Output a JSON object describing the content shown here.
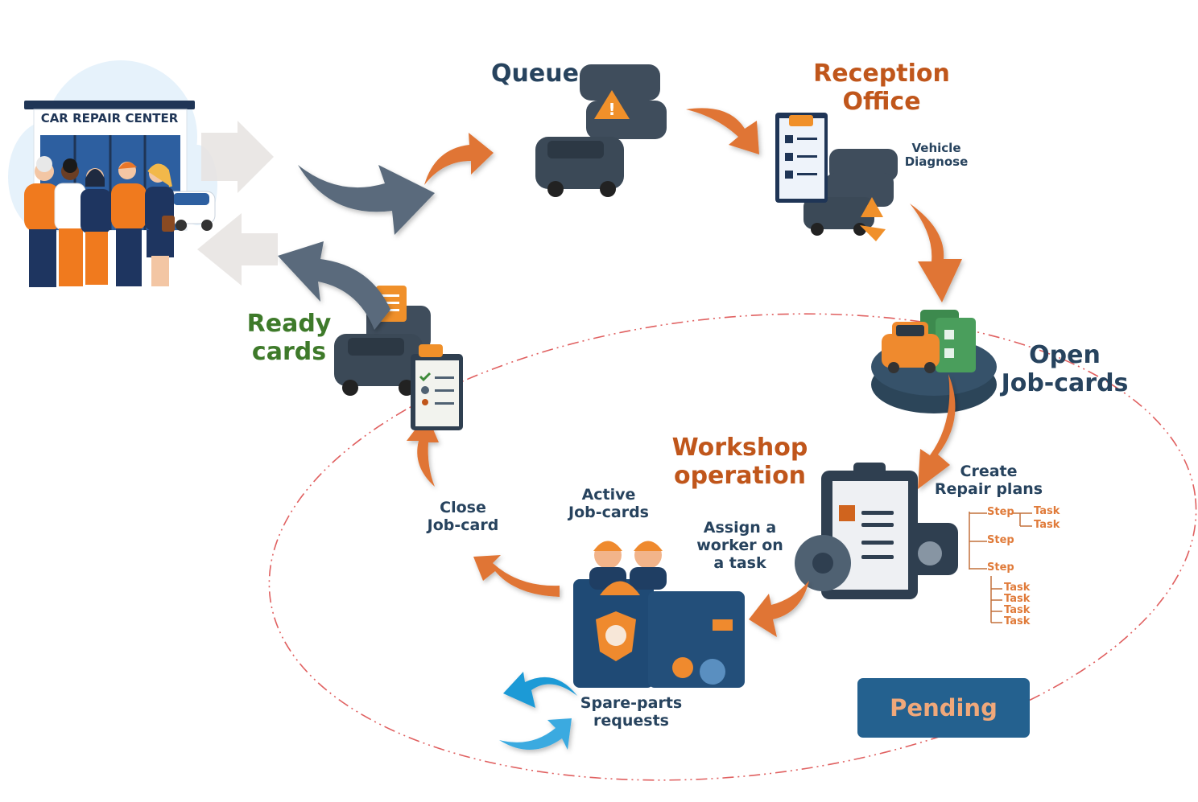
{
  "diagram": {
    "title": "Car repair center job-card workflow",
    "colors": {
      "navy_text": "#27435e",
      "rust_text": "#c0561b",
      "green_text": "#3e7a2a",
      "arrow_orange": "#e07535",
      "arrow_gray": "#5a6b7b",
      "arrow_blue": "#2a9fd8",
      "cycle_dashed": "#e06060",
      "pending_bg": "#24618f",
      "pending_text": "#f0a87a"
    },
    "shop": {
      "sign": "CAR REPAIR CENTER"
    },
    "nodes": {
      "queue": {
        "label": "Queue"
      },
      "reception": {
        "line1": "Reception",
        "line2": "Office",
        "sub1": "Vehicle",
        "sub2": "Diagnose"
      },
      "open_jobcards": {
        "line1": "Open",
        "line2": "Job-cards"
      },
      "create_plans": {
        "line1": "Create",
        "line2": "Repair plans"
      },
      "workshop": {
        "line1": "Workshop",
        "line2": "operation"
      },
      "assign": {
        "line1": "Assign a",
        "line2": "worker on",
        "line3": "a task"
      },
      "active_jobcards": {
        "line1": "Active",
        "line2": "Job-cards"
      },
      "close_jobcard": {
        "line1": "Close",
        "line2": "Job-card"
      },
      "ready_cards": {
        "line1": "Ready",
        "line2": "cards"
      },
      "spare_parts": {
        "line1": "Spare-parts",
        "line2": "requests"
      }
    },
    "repair_plan_tree": {
      "steps": [
        {
          "label": "Step",
          "tasks": [
            "Task",
            "Task"
          ]
        },
        {
          "label": "Step",
          "tasks": []
        },
        {
          "label": "Step",
          "tasks": [
            "Task",
            "Task",
            "Task",
            "Task"
          ]
        }
      ]
    },
    "status_badge": "Pending"
  }
}
